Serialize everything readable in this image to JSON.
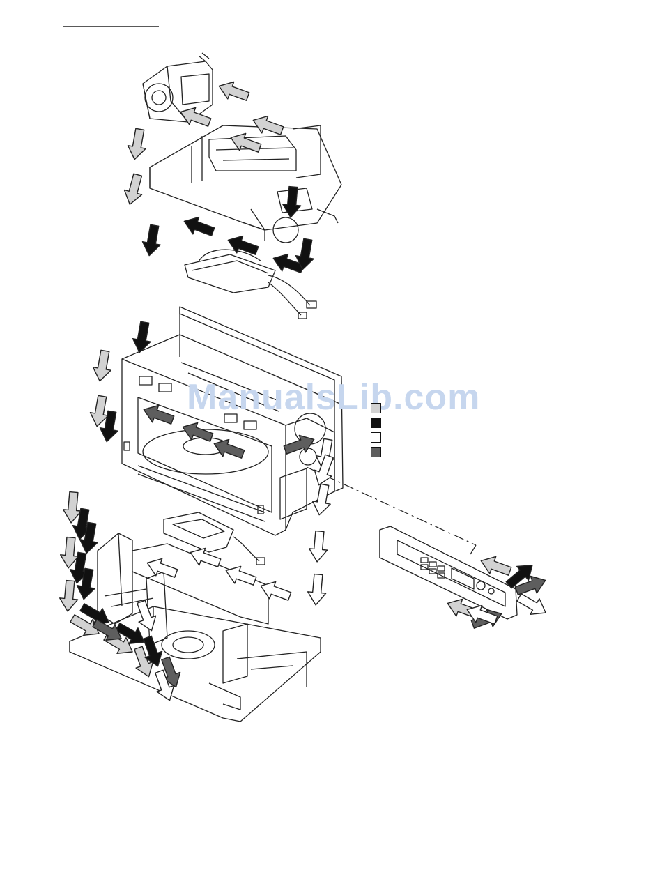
{
  "watermark": "ManualsLib.com",
  "legend": {
    "items": [
      {
        "name": "light-gray-arrow",
        "color": "#d2d2d2"
      },
      {
        "name": "black-arrow",
        "color": "#111111"
      },
      {
        "name": "white-arrow",
        "color": "#ffffff"
      },
      {
        "name": "dark-gray-arrow",
        "color": "#5e5e5e"
      }
    ]
  },
  "colors": {
    "line": "#222222",
    "light": "#d2d2d2",
    "dark": "#5e5e5e",
    "black": "#111111",
    "white": "#ffffff"
  }
}
